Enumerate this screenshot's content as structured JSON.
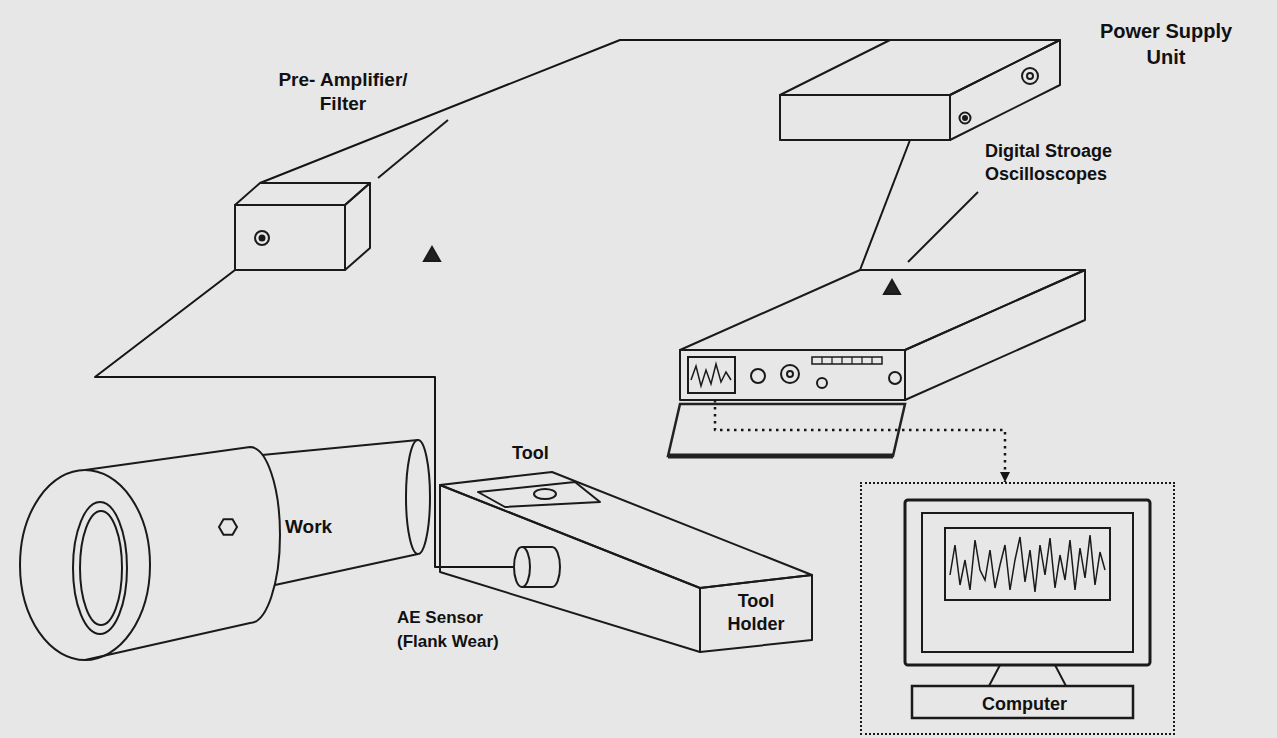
{
  "diagram": {
    "nodes": [
      {
        "text": [
          "Power Supply Unit"
        ]
      },
      {
        "text": [
          "Pre- Amplifier/ Filter"
        ]
      },
      {
        "text": [
          "Digital Stroage Oscilloscopes"
        ]
      },
      {
        "text": [
          "Tool Holder"
        ]
      },
      {
        "text": [
          "Tool"
        ],
        "in": 3
      },
      {
        "text": [
          "Work"
        ]
      },
      {
        "text": [
          "AE Sensor (Flank Wear)"
        ],
        "in": 3
      },
      {
        "text": [
          "Computer"
        ]
      }
    ],
    "edges": [
      {
        "from": 6,
        "to": 1,
        "arrow": "none"
      },
      {
        "from": 1,
        "to": 0,
        "arrow": "none"
      },
      {
        "from": 0,
        "to": 2,
        "arrow": "none"
      },
      {
        "from": 2,
        "to": 7,
        "arrow": "to"
      }
    ]
  }
}
